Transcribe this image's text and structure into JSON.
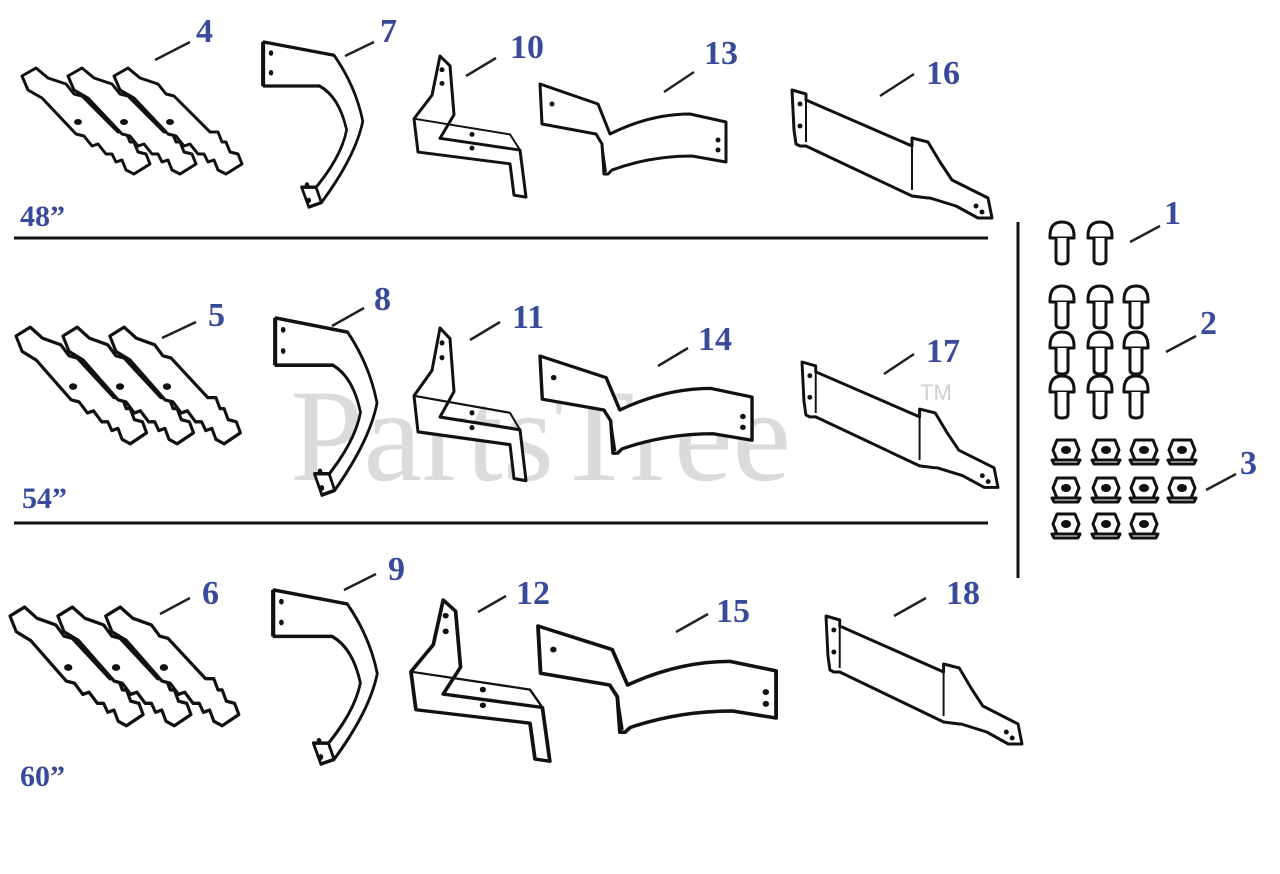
{
  "sizes": {
    "row1": "48”",
    "row2": "54”",
    "row3": "60”"
  },
  "callouts": {
    "n1": "1",
    "n2": "2",
    "n3": "3",
    "n4": "4",
    "n5": "5",
    "n6": "6",
    "n7": "7",
    "n8": "8",
    "n9": "9",
    "n10": "10",
    "n11": "11",
    "n12": "12",
    "n13": "13",
    "n14": "14",
    "n15": "15",
    "n16": "16",
    "n17": "17",
    "n18": "18"
  },
  "watermark": {
    "brand": "PartsTree",
    "tm": "TM"
  },
  "colors": {
    "callout": "#3a4a9a",
    "line": "#111111",
    "watermark": "#cfcfcf"
  }
}
